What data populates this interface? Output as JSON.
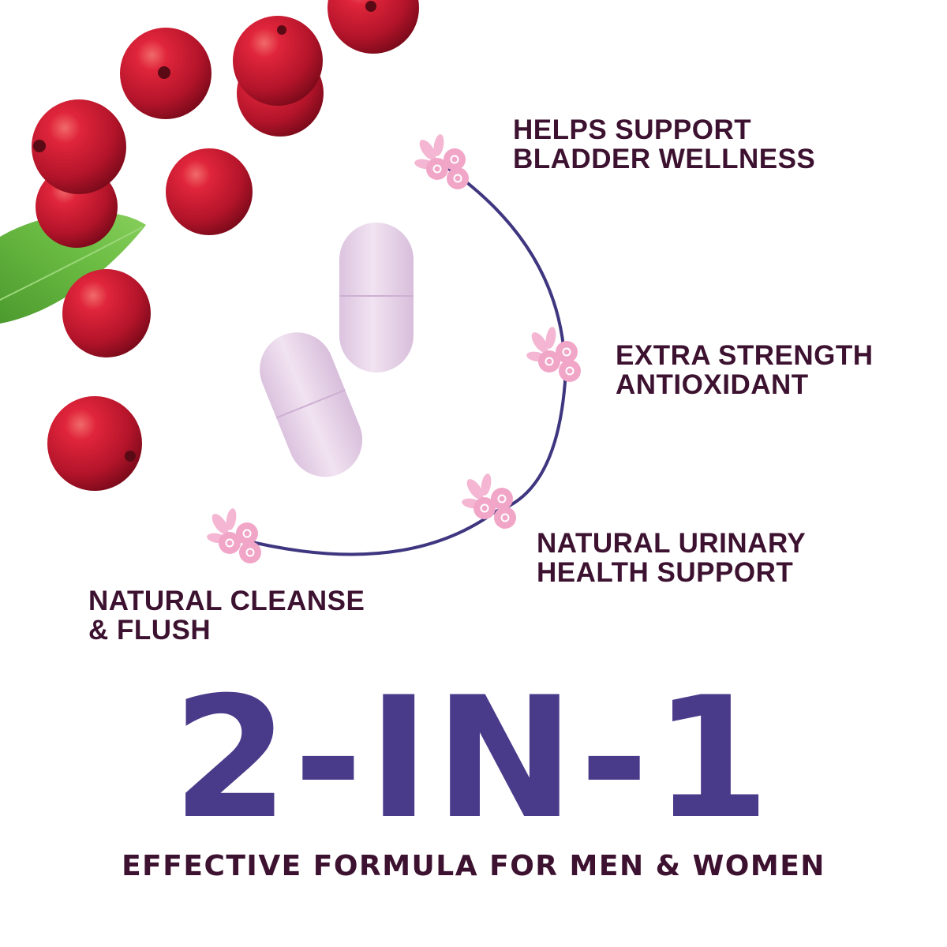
{
  "benefits": [
    {
      "line1": "HELPS SUPPORT",
      "line2": "BLADDER WELLNESS"
    },
    {
      "line1": "EXTRA STRENGTH",
      "line2": "ANTIOXIDANT"
    },
    {
      "line1": "NATURAL URINARY",
      "line2": "HEALTH SUPPORT"
    },
    {
      "line1": "NATURAL CLEANSE",
      "line2": "& FLUSH"
    }
  ],
  "headline": "2-IN-1",
  "tagline": "EFFECTIVE FORMULA FOR MEN & WOMEN",
  "colors": {
    "headline": "#4a3a8a",
    "text": "#3d1230",
    "arc": "#3f3680",
    "flower": "#f1a6c8",
    "cranberry": "#c8162c",
    "capsule": "#ead6ea",
    "leaf": "#5aa83a"
  },
  "icons": [
    "cranberry",
    "leaf",
    "capsule",
    "flower-icon"
  ]
}
